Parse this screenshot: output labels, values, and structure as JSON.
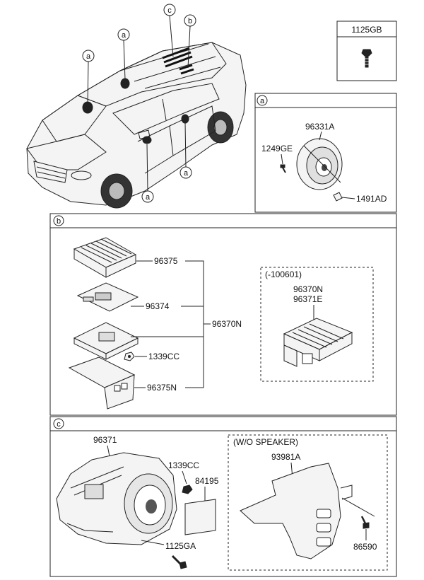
{
  "fastener_box": {
    "part_no": "1125GB"
  },
  "car": {
    "callouts": [
      "a",
      "a",
      "c",
      "b",
      "a",
      "a"
    ]
  },
  "section_a": {
    "letter": "a",
    "parts": {
      "speaker": "96331A",
      "screw": "1249GE",
      "clip": "1491AD"
    }
  },
  "section_b": {
    "letter": "b",
    "parts": {
      "cover": "96375",
      "board": "96374",
      "frame": "96370N",
      "nut": "1339CC",
      "bracket": "96375N"
    },
    "alt_box": {
      "label": "(-100601)",
      "parts": [
        "96370N",
        "96371E"
      ]
    }
  },
  "section_c": {
    "letter": "c",
    "parts": {
      "subwoofer": "96371",
      "nut": "1339CC",
      "label_sheet": "84195",
      "bolt": "1125GA"
    },
    "alt_box": {
      "label": "(W/O SPEAKER)",
      "parts": {
        "cover": "93981A",
        "screw": "86590"
      }
    }
  }
}
